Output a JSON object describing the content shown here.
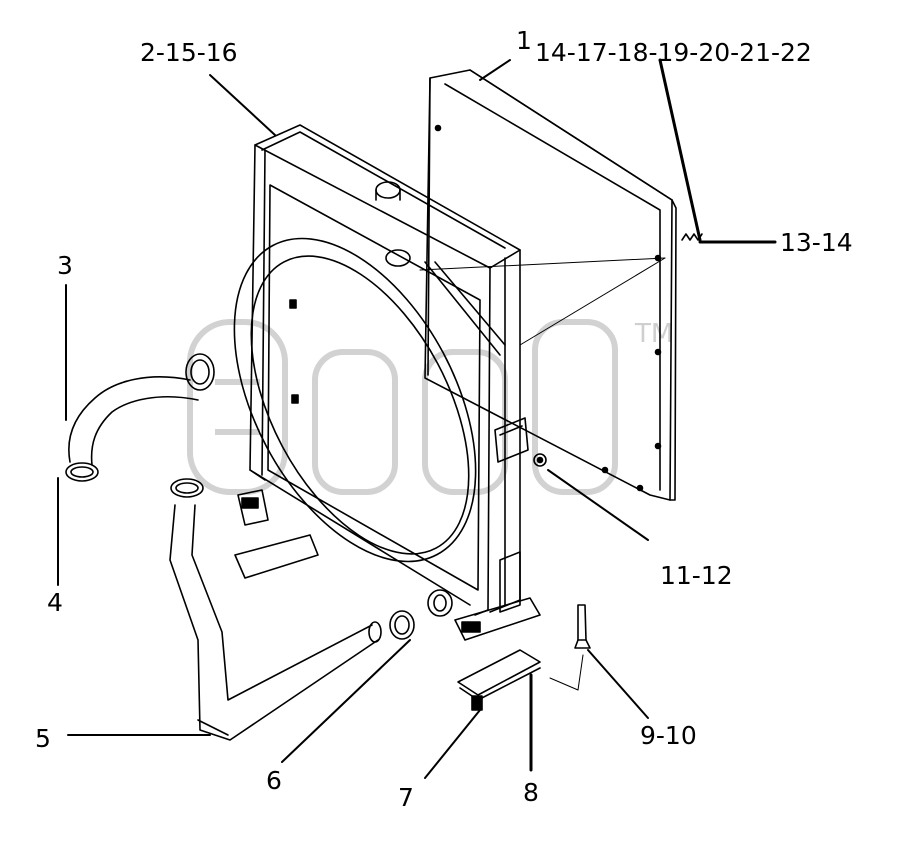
{
  "labels": {
    "l_2_15_16": "2-15-16",
    "l_1": "1",
    "l_14_22": "14-17-18-19-20-21-22",
    "l_13_14": "13-14",
    "l_3": "3",
    "l_4": "4",
    "l_5": "5",
    "l_6": "6",
    "l_7": "7",
    "l_8": "8",
    "l_9_10": "9-10",
    "l_11_12": "11-12"
  },
  "watermark": {
    "tm": "TM"
  },
  "colors": {
    "line": "#000000",
    "watermark": "#c8c8c8",
    "background": "#ffffff"
  }
}
